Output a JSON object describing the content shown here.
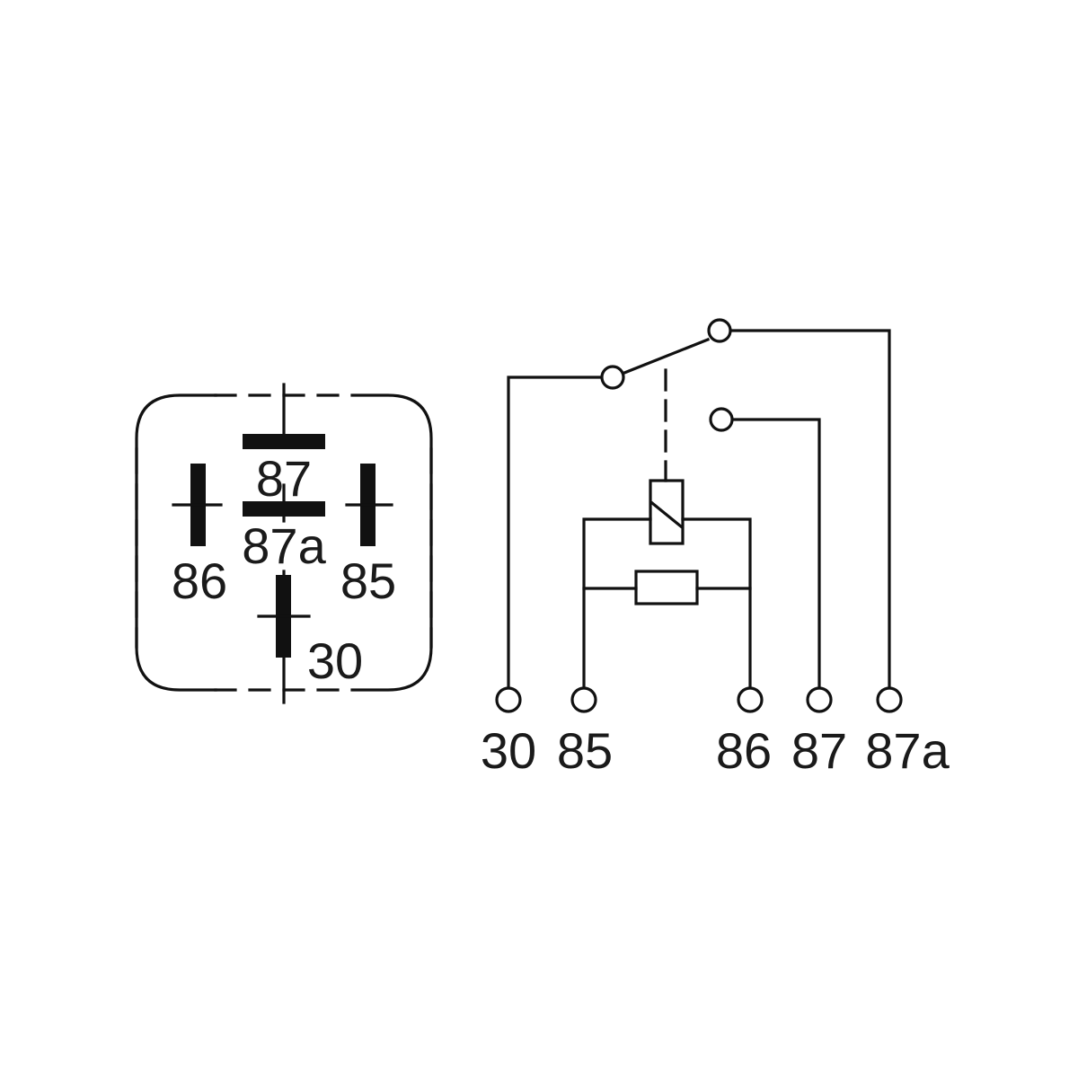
{
  "footprint": {
    "pins": {
      "p87": "87",
      "p87a": "87a",
      "p86": "86",
      "p85": "85",
      "p30": "30"
    }
  },
  "schematic": {
    "terminals": [
      "30",
      "85",
      "86",
      "87",
      "87a"
    ]
  },
  "colors": {
    "line": "#111111",
    "text": "#1a1a1a",
    "background": "#ffffff"
  }
}
